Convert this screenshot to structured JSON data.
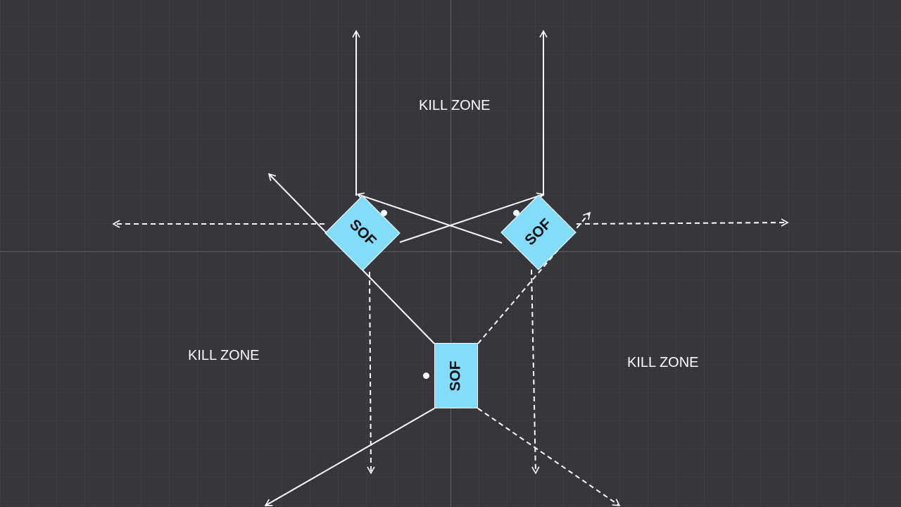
{
  "zones": {
    "top": "KILL ZONE",
    "left": "KILL ZONE",
    "right": "KILL ZONE"
  },
  "units": {
    "left": "SOF",
    "right": "SOF",
    "bottom": "SOF"
  },
  "colors": {
    "background": "#36363b",
    "unit_fill": "#84dcfb",
    "line": "#ffffff"
  }
}
